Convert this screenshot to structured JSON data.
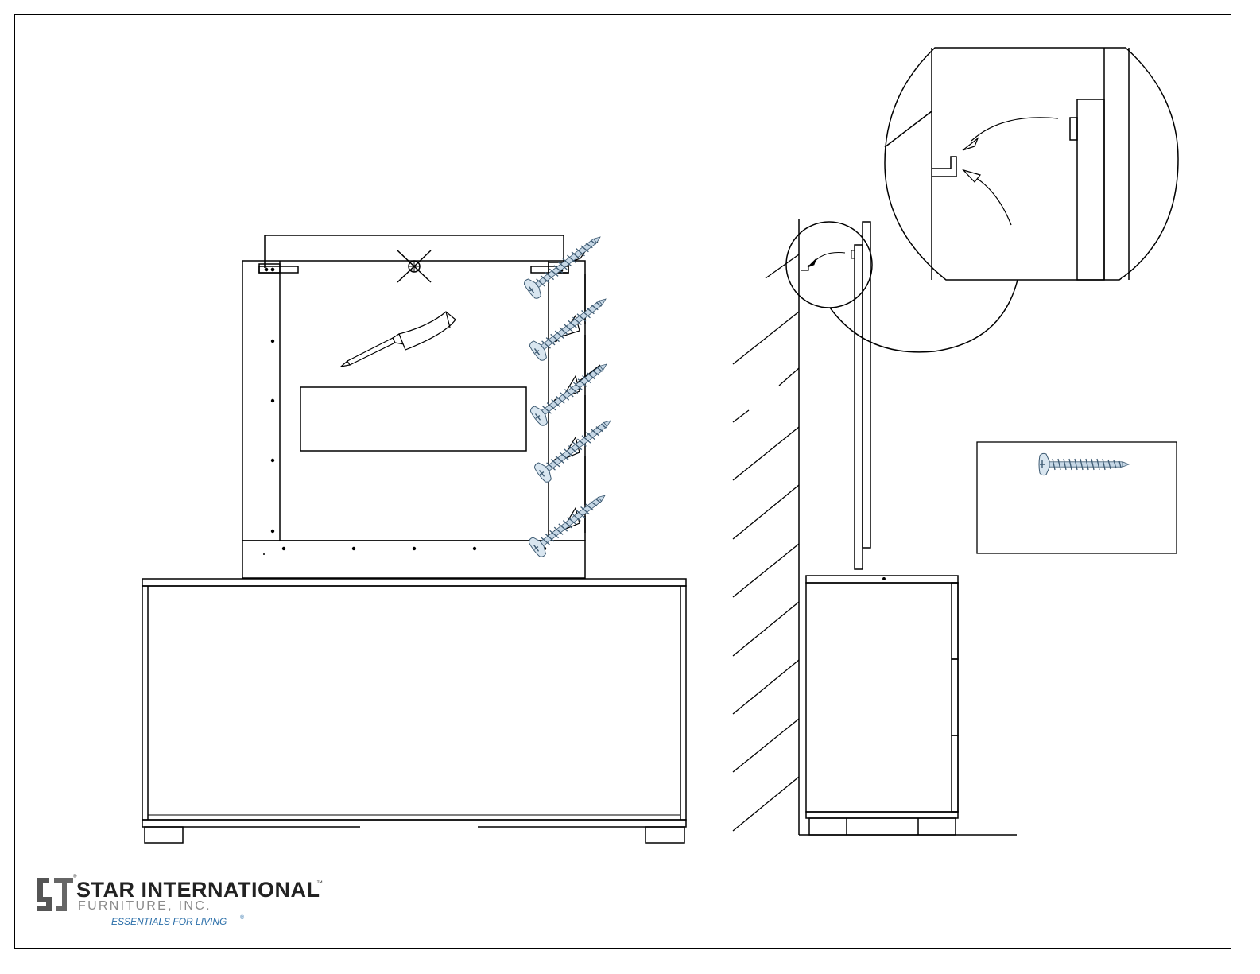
{
  "logo": {
    "name": "STAR INTERNATIONAL",
    "trademark": "™",
    "subtitle": "FURNITURE, INC.",
    "tagline": "ESSENTIALS FOR LIVING",
    "registered": "®"
  },
  "colors": {
    "line": "#000000",
    "screw_metal": "#b9cfe0",
    "screw_shade": "#4e6f8a",
    "tagline_blue": "#2a6ea8",
    "subtitle_gray": "#8a8a8a",
    "logo_dark": "#222222"
  },
  "icons": [
    "screw-icon",
    "screwdriver-icon",
    "arrow-icon",
    "star-logo-icon"
  ],
  "parts": {
    "screw_count_shown": 5,
    "item_box_screw_count": 1
  }
}
